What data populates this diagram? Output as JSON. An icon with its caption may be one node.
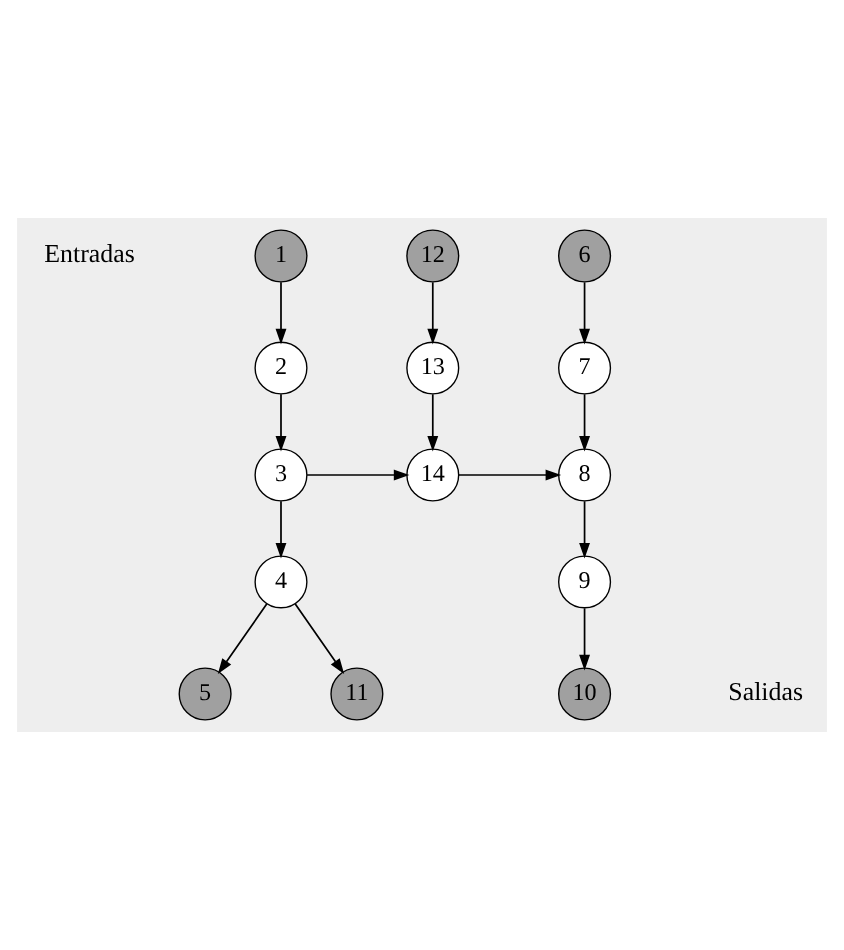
{
  "diagram": {
    "nodes": [
      {
        "text": [
          "1"
        ]
      },
      {
        "text": [
          "12"
        ]
      },
      {
        "text": [
          "6"
        ]
      },
      {
        "text": [
          "2"
        ]
      },
      {
        "text": [
          "13"
        ]
      },
      {
        "text": [
          "7"
        ]
      },
      {
        "text": [
          "3"
        ]
      },
      {
        "text": [
          "14"
        ]
      },
      {
        "text": [
          "8"
        ]
      },
      {
        "text": [
          "4"
        ]
      },
      {
        "text": [
          "9"
        ]
      },
      {
        "text": [
          "5"
        ]
      },
      {
        "text": [
          "11"
        ]
      },
      {
        "text": [
          "10"
        ]
      }
    ],
    "edges": [
      {
        "from": 0,
        "to": 3,
        "arrow": "to"
      },
      {
        "from": 3,
        "to": 6,
        "arrow": "to"
      },
      {
        "from": 1,
        "to": 4,
        "arrow": "to"
      },
      {
        "from": 4,
        "to": 7,
        "arrow": "to"
      },
      {
        "from": 2,
        "to": 5,
        "arrow": "to"
      },
      {
        "from": 5,
        "to": 8,
        "arrow": "to"
      },
      {
        "from": 6,
        "to": 7,
        "arrow": "to"
      },
      {
        "from": 7,
        "to": 8,
        "arrow": "to"
      },
      {
        "from": 6,
        "to": 9,
        "arrow": "to"
      },
      {
        "from": 8,
        "to": 10,
        "arrow": "to"
      },
      {
        "from": 9,
        "to": 11,
        "arrow": "to"
      },
      {
        "from": 9,
        "to": 12,
        "arrow": "to"
      },
      {
        "from": 10,
        "to": 13,
        "arrow": "to"
      }
    ],
    "labels": [
      "Entradas",
      "Salidas"
    ]
  }
}
